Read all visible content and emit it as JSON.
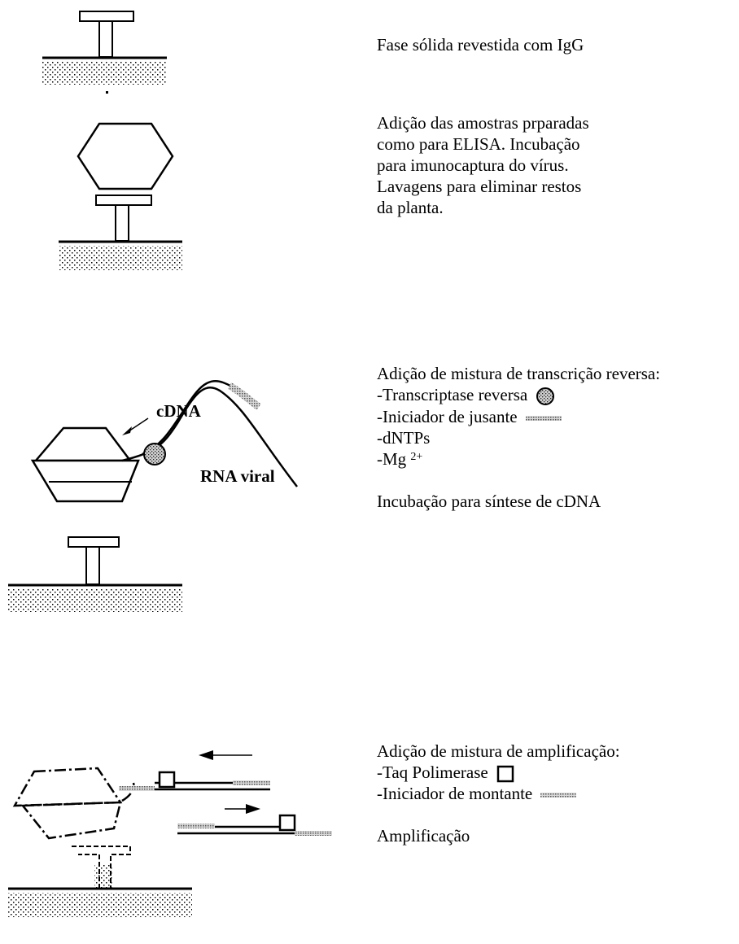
{
  "steps": [
    {
      "text": "Fase sólida revestida com IgG"
    },
    {
      "lines": [
        "Adição das amostras prparadas",
        "como para ELISA. Incubação",
        "para imunocaptura do vírus.",
        "Lavagens para eliminar restos",
        "da planta."
      ]
    },
    {
      "title": "Adição de mistura de transcrição reversa:",
      "items": {
        "enzyme": "-Transcriptase reversa",
        "primer": "-Iniciador de jusante",
        "dntps": "-dNTPs",
        "mg": "-Mg",
        "mg_sup": "2+"
      },
      "note": "Incubação para síntese de cDNA",
      "labels": {
        "cdna": "cDNA",
        "rna": "RNA viral"
      }
    },
    {
      "title": "Adição de mistura de amplificação:",
      "items": {
        "enzyme": "-Taq Polimerase",
        "primer": "-Iniciador de montante"
      },
      "note": "Amplificação"
    }
  ],
  "icons": {
    "reverse_transcriptase": "stippled-circle-icon",
    "primer": "hatched-bar-icon",
    "taq_polymerase": "square-icon"
  }
}
